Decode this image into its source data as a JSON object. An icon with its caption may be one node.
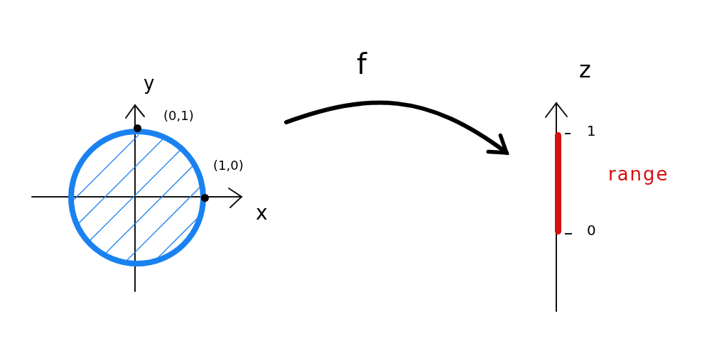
{
  "diagram": {
    "nodes": [
      {
        "text": [],
        "shape": "circle"
      },
      {
        "text": [],
        "shape": "bar",
        "beside": [
          "range"
        ]
      }
    ],
    "edges": [
      {
        "from": 0,
        "to": 1,
        "arrow": "to",
        "label": "f"
      }
    ],
    "labels": [
      "y",
      "(0,1)",
      "(1,0)",
      "x",
      "z",
      "1",
      "0"
    ]
  }
}
